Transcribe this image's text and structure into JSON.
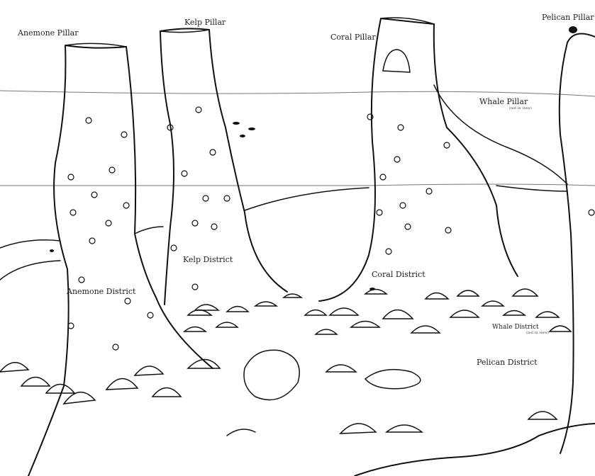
{
  "pillars": [
    {
      "name": "Anemone Pillar"
    },
    {
      "name": "Kelp Pillar"
    },
    {
      "name": "Coral Pillar"
    },
    {
      "name": "Pelican Pillar"
    },
    {
      "name": "Whale Pillar",
      "note": "(not in view)"
    }
  ],
  "districts": [
    {
      "name": "Anemone District"
    },
    {
      "name": "Kelp District"
    },
    {
      "name": "Coral District"
    },
    {
      "name": "Whale District",
      "note": "(not in view)"
    },
    {
      "name": "Pelican District"
    }
  ],
  "colors": {
    "line": "#111111",
    "background": "#ffffff",
    "waterline": "#777777"
  }
}
